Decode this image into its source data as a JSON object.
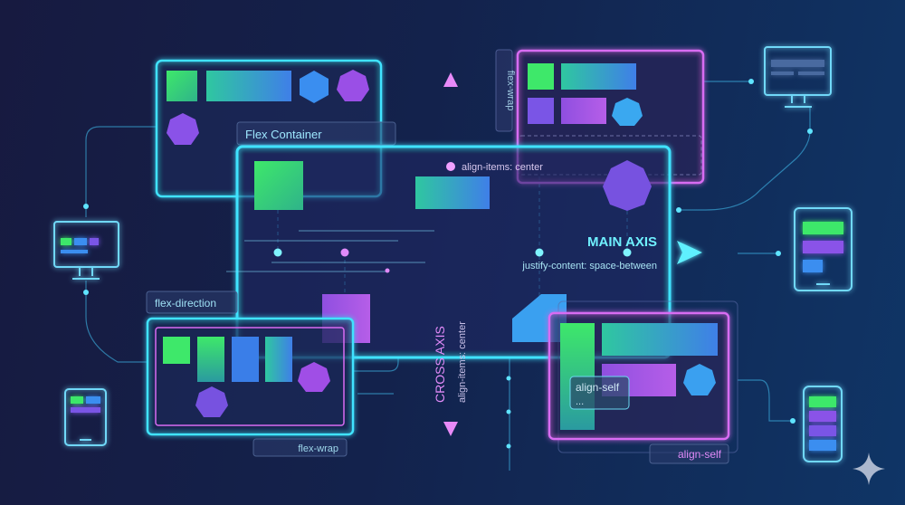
{
  "labels": {
    "flex_container": "Flex Container",
    "main_axis": "MAIN AXIS",
    "justify_content": "justify-content: space-between",
    "align_items_top": "align-items: center",
    "cross_axis": "CROSS AXIS",
    "align_items_cross": "align-items: center",
    "flex_direction": "flex-direction",
    "flex_wrap_bottom": "flex-wrap",
    "flex_wrap_top": "flex-wrap",
    "align_self_tooltip": "align-self",
    "align_self_tooltip_more": "...",
    "align_self_label": "align-self"
  },
  "colors": {
    "cyan": "#3fe3ff",
    "magenta": "#d86cf2",
    "green": "#3ee86a",
    "blue": "#3a8ef0",
    "purple": "#7a55e6",
    "text_light": "#cfd8ee"
  },
  "icons": [
    "desktop-monitor-icon",
    "tablet-icon",
    "phone-icon",
    "sparkle-icon"
  ]
}
